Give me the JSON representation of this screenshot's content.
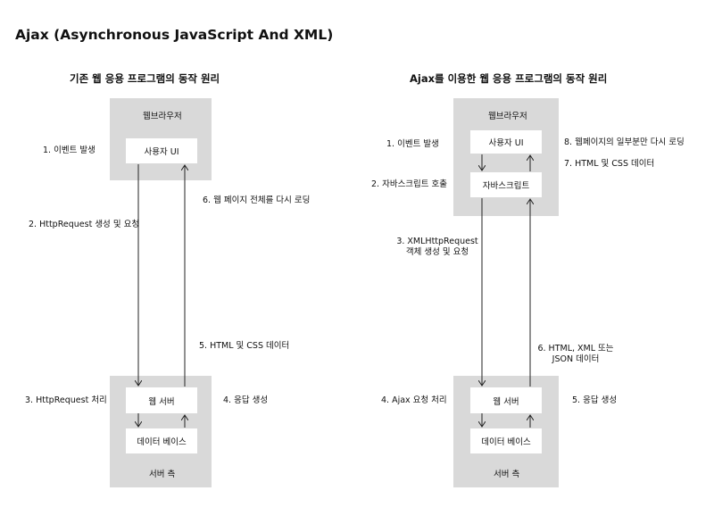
{
  "title": "Ajax (Asynchronous JavaScript And XML)",
  "left": {
    "subtitle": "기존 웹 응용 프로그램의 동작 원리",
    "browser": {
      "label": "웹브라우저",
      "ui": "사용자 UI"
    },
    "server": {
      "label": "서버 측",
      "web_server": "웹 서버",
      "database": "데이터 베이스"
    },
    "steps": {
      "s1": "1. 이벤트 발생",
      "s2": "2. HttpRequest 생성 및 요청",
      "s3": "3. HttpRequest 처리",
      "s4": "4. 응답 생성",
      "s5": "5.  HTML 및 CSS 데이터",
      "s6": "6. 웹 페이지 전체를 다시 로딩"
    }
  },
  "right": {
    "subtitle": "Ajax를 이용한 웹 응용 프로그램의 동작 원리",
    "browser": {
      "label": "웹브라우저",
      "ui": "사용자 UI",
      "script": "자바스크립트"
    },
    "server": {
      "label": "서버 측",
      "web_server": "웹 서버",
      "database": "데이터 베이스"
    },
    "steps": {
      "s1": "1. 이벤트 발생",
      "s2": "2. 자바스크립트 호출",
      "s3_line1": "3. XMLHttpRequest",
      "s3_line2": "객체 생성 및 요청",
      "s4": "4. Ajax 요청 처리",
      "s5": "5. 응답 생성",
      "s6_line1": "6. HTML, XML 또는",
      "s6_line2": "JSON 데이터",
      "s7": "7. HTML 및 CSS 데이터",
      "s8": "8. 웹페이지의 일부분만 다시 로딩"
    }
  },
  "colors": {
    "region": "#d9d9d9",
    "node": "#ffffff",
    "arrow": "#222222"
  }
}
